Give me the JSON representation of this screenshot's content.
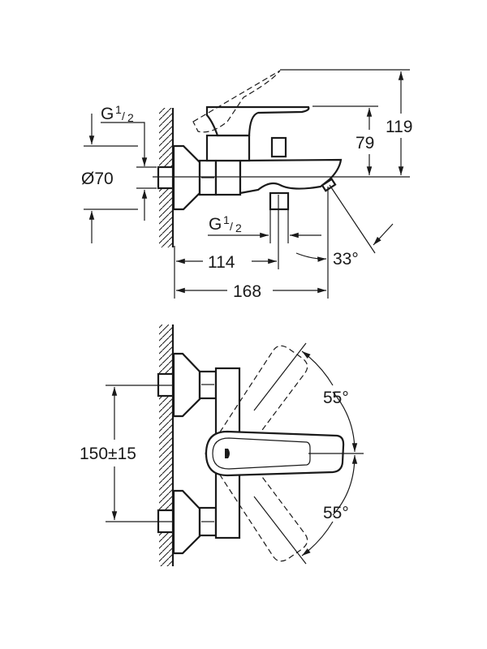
{
  "side_view": {
    "thread_top": {
      "g": "G",
      "num": "1",
      "den": "2"
    },
    "diameter": "Ø70",
    "thread_bottom": {
      "g": "G",
      "num": "1",
      "den": "2"
    },
    "height_handle": "79",
    "height_total": "119",
    "dim_outlet": "114",
    "dim_spout": "168",
    "spout_angle": "33°"
  },
  "top_view": {
    "centers": "150±15",
    "angle_up": "55°",
    "angle_down": "55°"
  }
}
